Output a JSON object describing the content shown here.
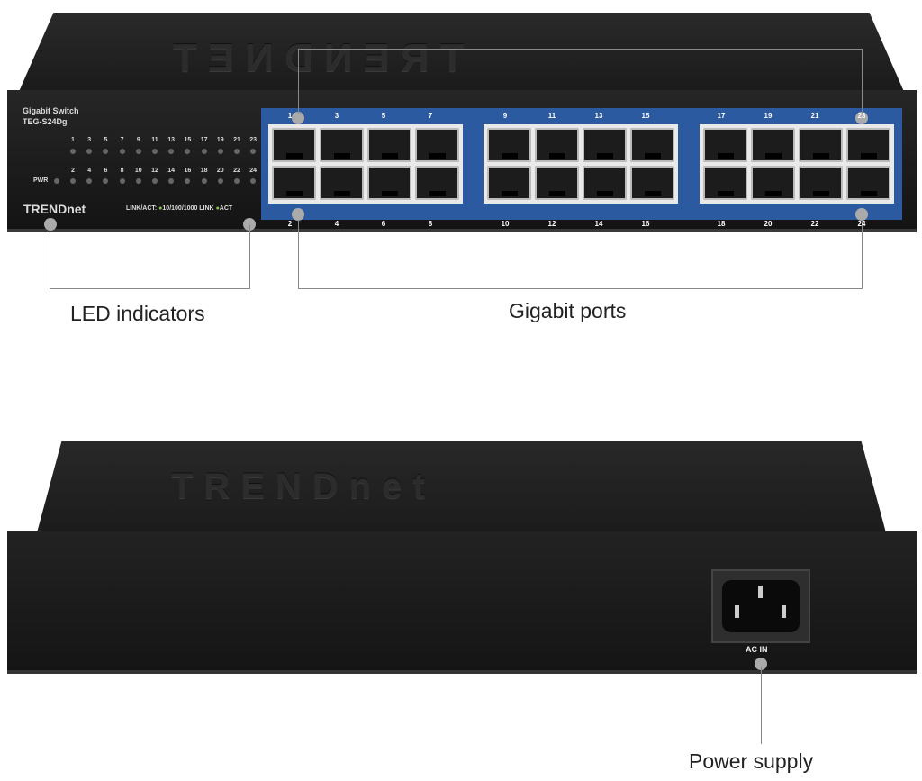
{
  "front": {
    "product_name": "Gigabit Switch",
    "model": "TEG-S24Dg",
    "brand": "TRENDnet",
    "pwr_label": "PWR",
    "link_act_label": "LINK/ACT:",
    "speed_label": "10/100/1000 LINK",
    "act_label": "ACT",
    "led_top_numbers": [
      "1",
      "3",
      "5",
      "7",
      "9",
      "11",
      "13",
      "15",
      "17",
      "19",
      "21",
      "23"
    ],
    "led_bottom_numbers": [
      "2",
      "4",
      "6",
      "8",
      "10",
      "12",
      "14",
      "16",
      "18",
      "20",
      "22",
      "24"
    ],
    "port_panel_color": "#2c5aa0",
    "led_color": "#8bc34a"
  },
  "back": {
    "brand": "TRENDnet",
    "ac_label": "AC IN"
  },
  "callouts": {
    "led": "LED indicators",
    "ports": "Gigabit ports",
    "power": "Power supply"
  }
}
